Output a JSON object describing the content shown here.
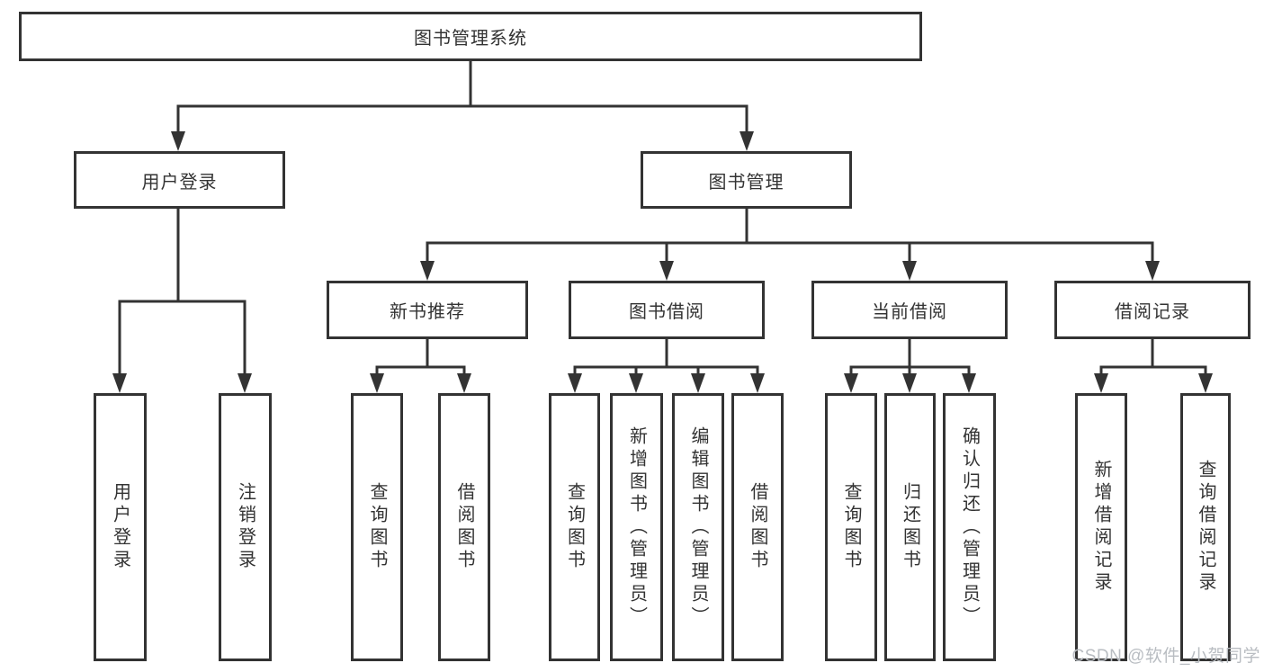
{
  "diagram_title": "图书管理系统",
  "watermark": "CSDN @软件_小贺同学",
  "colors": {
    "line": "#333333",
    "box_border": "#333333",
    "text": "#333333",
    "background": "#ffffff",
    "watermark": "#b9bdc2"
  },
  "nodes": {
    "root": {
      "label": "图书管理系统"
    },
    "user_login": {
      "label": "用户登录"
    },
    "book_mgmt": {
      "label": "图书管理"
    },
    "new_books": {
      "label": "新书推荐"
    },
    "book_borrow": {
      "label": "图书借阅"
    },
    "current_borrow": {
      "label": "当前借阅"
    },
    "borrow_records": {
      "label": "借阅记录"
    },
    "ul_login": {
      "label": "用户登录"
    },
    "ul_logout": {
      "label": "注销登录"
    },
    "nb_query": {
      "label": "查询图书"
    },
    "nb_borrow": {
      "label": "借阅图书"
    },
    "bb_query": {
      "label": "查询图书"
    },
    "bb_add": {
      "label": "新增图书（管理员）"
    },
    "bb_edit": {
      "label": "编辑图书（管理员）"
    },
    "bb_borrow": {
      "label": "借阅图书"
    },
    "cb_query": {
      "label": "查询图书"
    },
    "cb_return": {
      "label": "归还图书"
    },
    "cb_confirm": {
      "label": "确认归还（管理员）"
    },
    "br_add": {
      "label": "新增借阅记录"
    },
    "br_query": {
      "label": "查询借阅记录"
    }
  }
}
